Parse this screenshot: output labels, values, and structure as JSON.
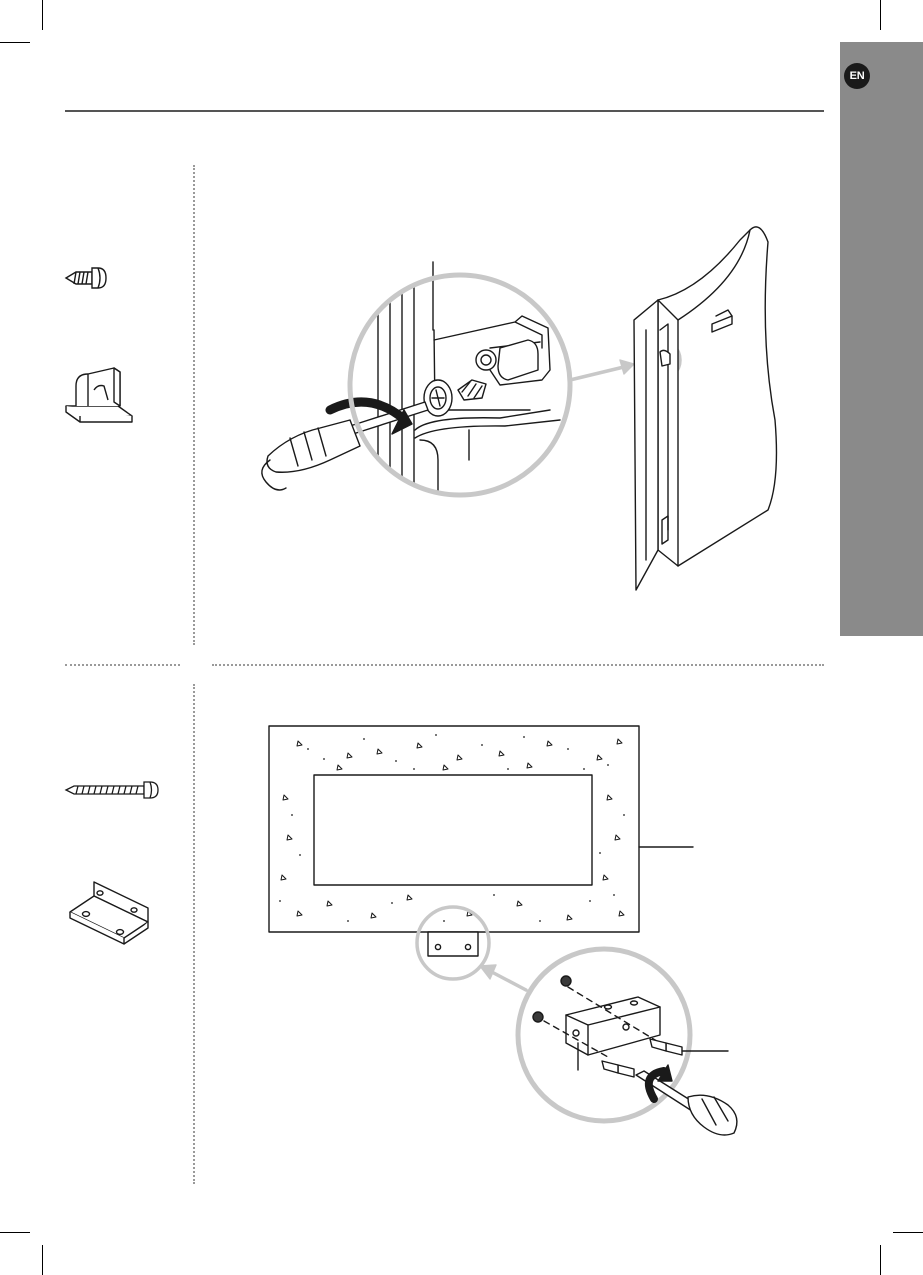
{
  "language_badge": {
    "label": "EN"
  },
  "colors": {
    "side_tab": "#8a8a8a",
    "badge_bg": "#1a1a1a",
    "badge_text": "#ffffff",
    "line_art": "#1a1a1a",
    "callout_grey": "#c8c8c8",
    "divider": "#9a9a9a"
  },
  "step1": {
    "parts": [
      {
        "icon": "screw-icon"
      },
      {
        "icon": "mounting-clip-icon"
      }
    ],
    "illustration": "screwdriver-fixing-clip-to-fireplace-illustration"
  },
  "step2": {
    "parts": [
      {
        "icon": "long-screw-icon"
      },
      {
        "icon": "l-bracket-icon"
      }
    ],
    "illustration": "fixing-bracket-to-wall-recess-illustration"
  }
}
